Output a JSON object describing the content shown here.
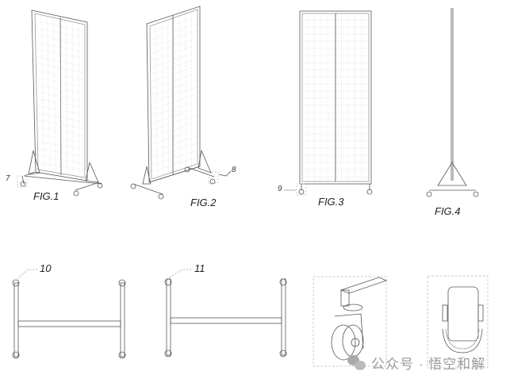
{
  "figures": [
    {
      "label": "FIG.1",
      "ref": "7"
    },
    {
      "label": "FIG.2",
      "ref": "8"
    },
    {
      "label": "FIG.3",
      "ref": "9"
    },
    {
      "label": "FIG.4"
    }
  ],
  "parts": [
    {
      "ref": "10"
    },
    {
      "ref": "11"
    }
  ],
  "watermark": "公众号 · 悟空和解",
  "colors": {
    "line": "#555555",
    "grid": "#bbbbbb",
    "watermark": "#9a9a9a"
  }
}
